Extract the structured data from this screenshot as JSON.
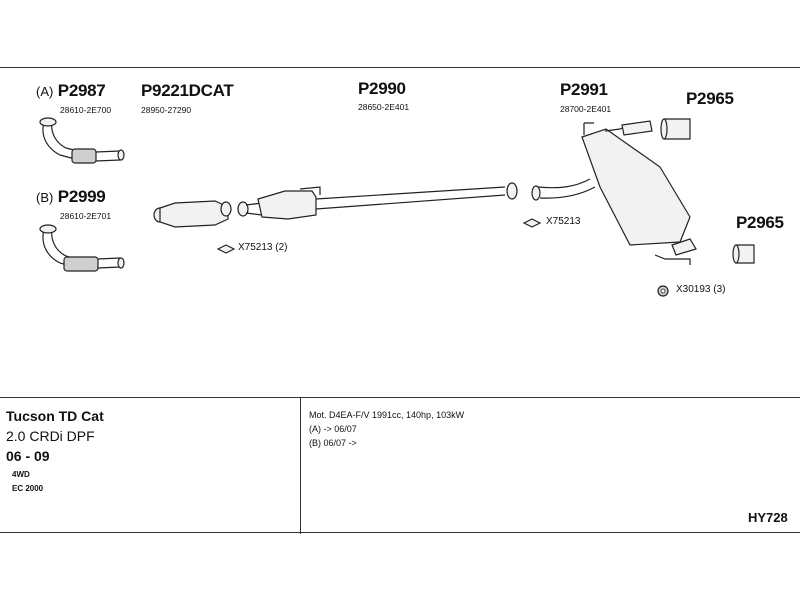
{
  "parts": {
    "p2987": {
      "variant": "(A)",
      "number": "P2987",
      "oem": "28610-2E700"
    },
    "p2999": {
      "variant": "(B)",
      "number": "P2999",
      "oem": "28610-2E701"
    },
    "p9221": {
      "number": "P9221DCAT",
      "oem": "28950-27290"
    },
    "p2990": {
      "number": "P2990",
      "oem": "28650-2E401"
    },
    "p2991": {
      "number": "P2991",
      "oem": "28700-2E401"
    },
    "p2965_top": {
      "number": "P2965"
    },
    "p2965_right": {
      "number": "P2965"
    }
  },
  "gaskets": {
    "g1": {
      "label": "X75213 (2)"
    },
    "g2": {
      "label": "X75213"
    },
    "g3": {
      "label": "X30193 (3)"
    }
  },
  "vehicle": {
    "model": "Tucson TD Cat",
    "engine": "2.0 CRDi DPF",
    "years": "06 - 09",
    "drive": "4WD",
    "emission": "EC 2000"
  },
  "specs": {
    "engine_line": "Mot. D4EA-F/V 1991cc, 140hp, 103kW",
    "variant_a": "(A) -> 06/07",
    "variant_b": "(B) 06/07 ->"
  },
  "diagram_code": "HY728"
}
